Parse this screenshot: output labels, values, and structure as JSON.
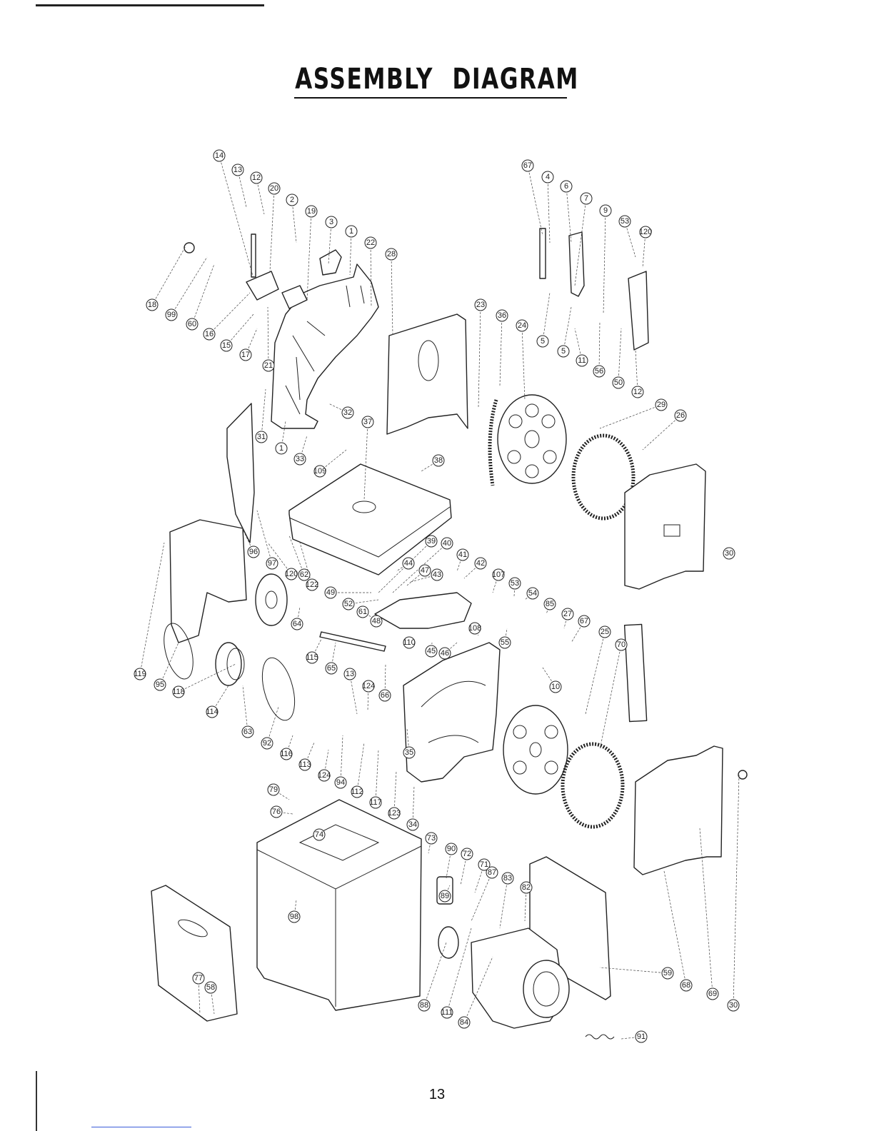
{
  "title": "ASSEMBLY DIAGRAM",
  "page_number": "13",
  "callouts": [
    {
      "label": "14"
    },
    {
      "label": "13"
    },
    {
      "label": "12"
    },
    {
      "label": "20"
    },
    {
      "label": "2"
    },
    {
      "label": "19"
    },
    {
      "label": "3"
    },
    {
      "label": "1"
    },
    {
      "label": "22"
    },
    {
      "label": "28"
    },
    {
      "label": "18"
    },
    {
      "label": "99"
    },
    {
      "label": "60"
    },
    {
      "label": "16"
    },
    {
      "label": "15"
    },
    {
      "label": "17"
    },
    {
      "label": "21"
    },
    {
      "label": "32"
    },
    {
      "label": "31"
    },
    {
      "label": "1"
    },
    {
      "label": "33"
    },
    {
      "label": "109"
    },
    {
      "label": "37"
    },
    {
      "label": "38"
    },
    {
      "label": "23"
    },
    {
      "label": "36"
    },
    {
      "label": "24"
    },
    {
      "label": "67"
    },
    {
      "label": "4"
    },
    {
      "label": "6"
    },
    {
      "label": "7"
    },
    {
      "label": "9"
    },
    {
      "label": "53"
    },
    {
      "label": "120"
    },
    {
      "label": "5"
    },
    {
      "label": "5"
    },
    {
      "label": "11"
    },
    {
      "label": "56"
    },
    {
      "label": "50"
    },
    {
      "label": "12"
    },
    {
      "label": "29"
    },
    {
      "label": "26"
    },
    {
      "label": "30"
    },
    {
      "label": "96"
    },
    {
      "label": "97"
    },
    {
      "label": "120"
    },
    {
      "label": "62"
    },
    {
      "label": "122"
    },
    {
      "label": "49"
    },
    {
      "label": "52"
    },
    {
      "label": "39"
    },
    {
      "label": "40"
    },
    {
      "label": "44"
    },
    {
      "label": "47"
    },
    {
      "label": "43"
    },
    {
      "label": "41"
    },
    {
      "label": "42"
    },
    {
      "label": "107"
    },
    {
      "label": "53"
    },
    {
      "label": "54"
    },
    {
      "label": "85"
    },
    {
      "label": "27"
    },
    {
      "label": "67"
    },
    {
      "label": "25"
    },
    {
      "label": "70"
    },
    {
      "label": "61"
    },
    {
      "label": "48"
    },
    {
      "label": "64"
    },
    {
      "label": "110"
    },
    {
      "label": "45"
    },
    {
      "label": "46"
    },
    {
      "label": "108"
    },
    {
      "label": "55"
    },
    {
      "label": "10"
    },
    {
      "label": "115"
    },
    {
      "label": "65"
    },
    {
      "label": "119"
    },
    {
      "label": "95"
    },
    {
      "label": "118"
    },
    {
      "label": "114"
    },
    {
      "label": "13"
    },
    {
      "label": "124"
    },
    {
      "label": "66"
    },
    {
      "label": "63"
    },
    {
      "label": "92"
    },
    {
      "label": "116"
    },
    {
      "label": "113"
    },
    {
      "label": "124"
    },
    {
      "label": "94"
    },
    {
      "label": "112"
    },
    {
      "label": "117"
    },
    {
      "label": "35"
    },
    {
      "label": "123"
    },
    {
      "label": "34"
    },
    {
      "label": "79"
    },
    {
      "label": "76"
    },
    {
      "label": "74"
    },
    {
      "label": "73"
    },
    {
      "label": "90"
    },
    {
      "label": "72"
    },
    {
      "label": "71"
    },
    {
      "label": "89"
    },
    {
      "label": "87"
    },
    {
      "label": "83"
    },
    {
      "label": "82"
    },
    {
      "label": "98"
    },
    {
      "label": "77"
    },
    {
      "label": "58"
    },
    {
      "label": "88"
    },
    {
      "label": "111"
    },
    {
      "label": "84"
    },
    {
      "label": "91"
    },
    {
      "label": "59"
    },
    {
      "label": "68"
    },
    {
      "label": "69"
    },
    {
      "label": "30"
    }
  ]
}
